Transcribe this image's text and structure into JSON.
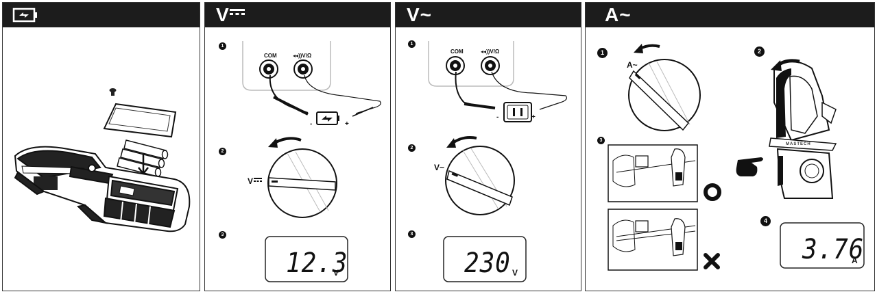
{
  "panels": [
    {
      "id": "battery",
      "header_icon": "battery-charge-icon"
    },
    {
      "id": "dcv",
      "title": "V",
      "steps": [
        "1",
        "2",
        "3"
      ],
      "jack_labels": [
        "COM",
        "◂◂))V/Ω"
      ],
      "polarity": [
        "-",
        "+"
      ],
      "dial_label": "V",
      "display": {
        "value": "12.3",
        "unit": "V"
      }
    },
    {
      "id": "acv",
      "title": "V~",
      "steps": [
        "1",
        "2",
        "3"
      ],
      "jack_labels": [
        "COM",
        "◂◂))V/Ω"
      ],
      "polarity": [
        "-",
        "+"
      ],
      "dial_label": "V~",
      "display": {
        "value": "230",
        "unit": "V"
      }
    },
    {
      "id": "aca",
      "title": "A~",
      "steps": [
        "1",
        "2",
        "3",
        "4"
      ],
      "dial_label": "A~",
      "brand": "MASTECH",
      "display": {
        "value": "3.76",
        "unit": "A"
      },
      "correct_icon": "correct-ring-icon",
      "wrong_icon": "wrong-x-icon"
    }
  ]
}
